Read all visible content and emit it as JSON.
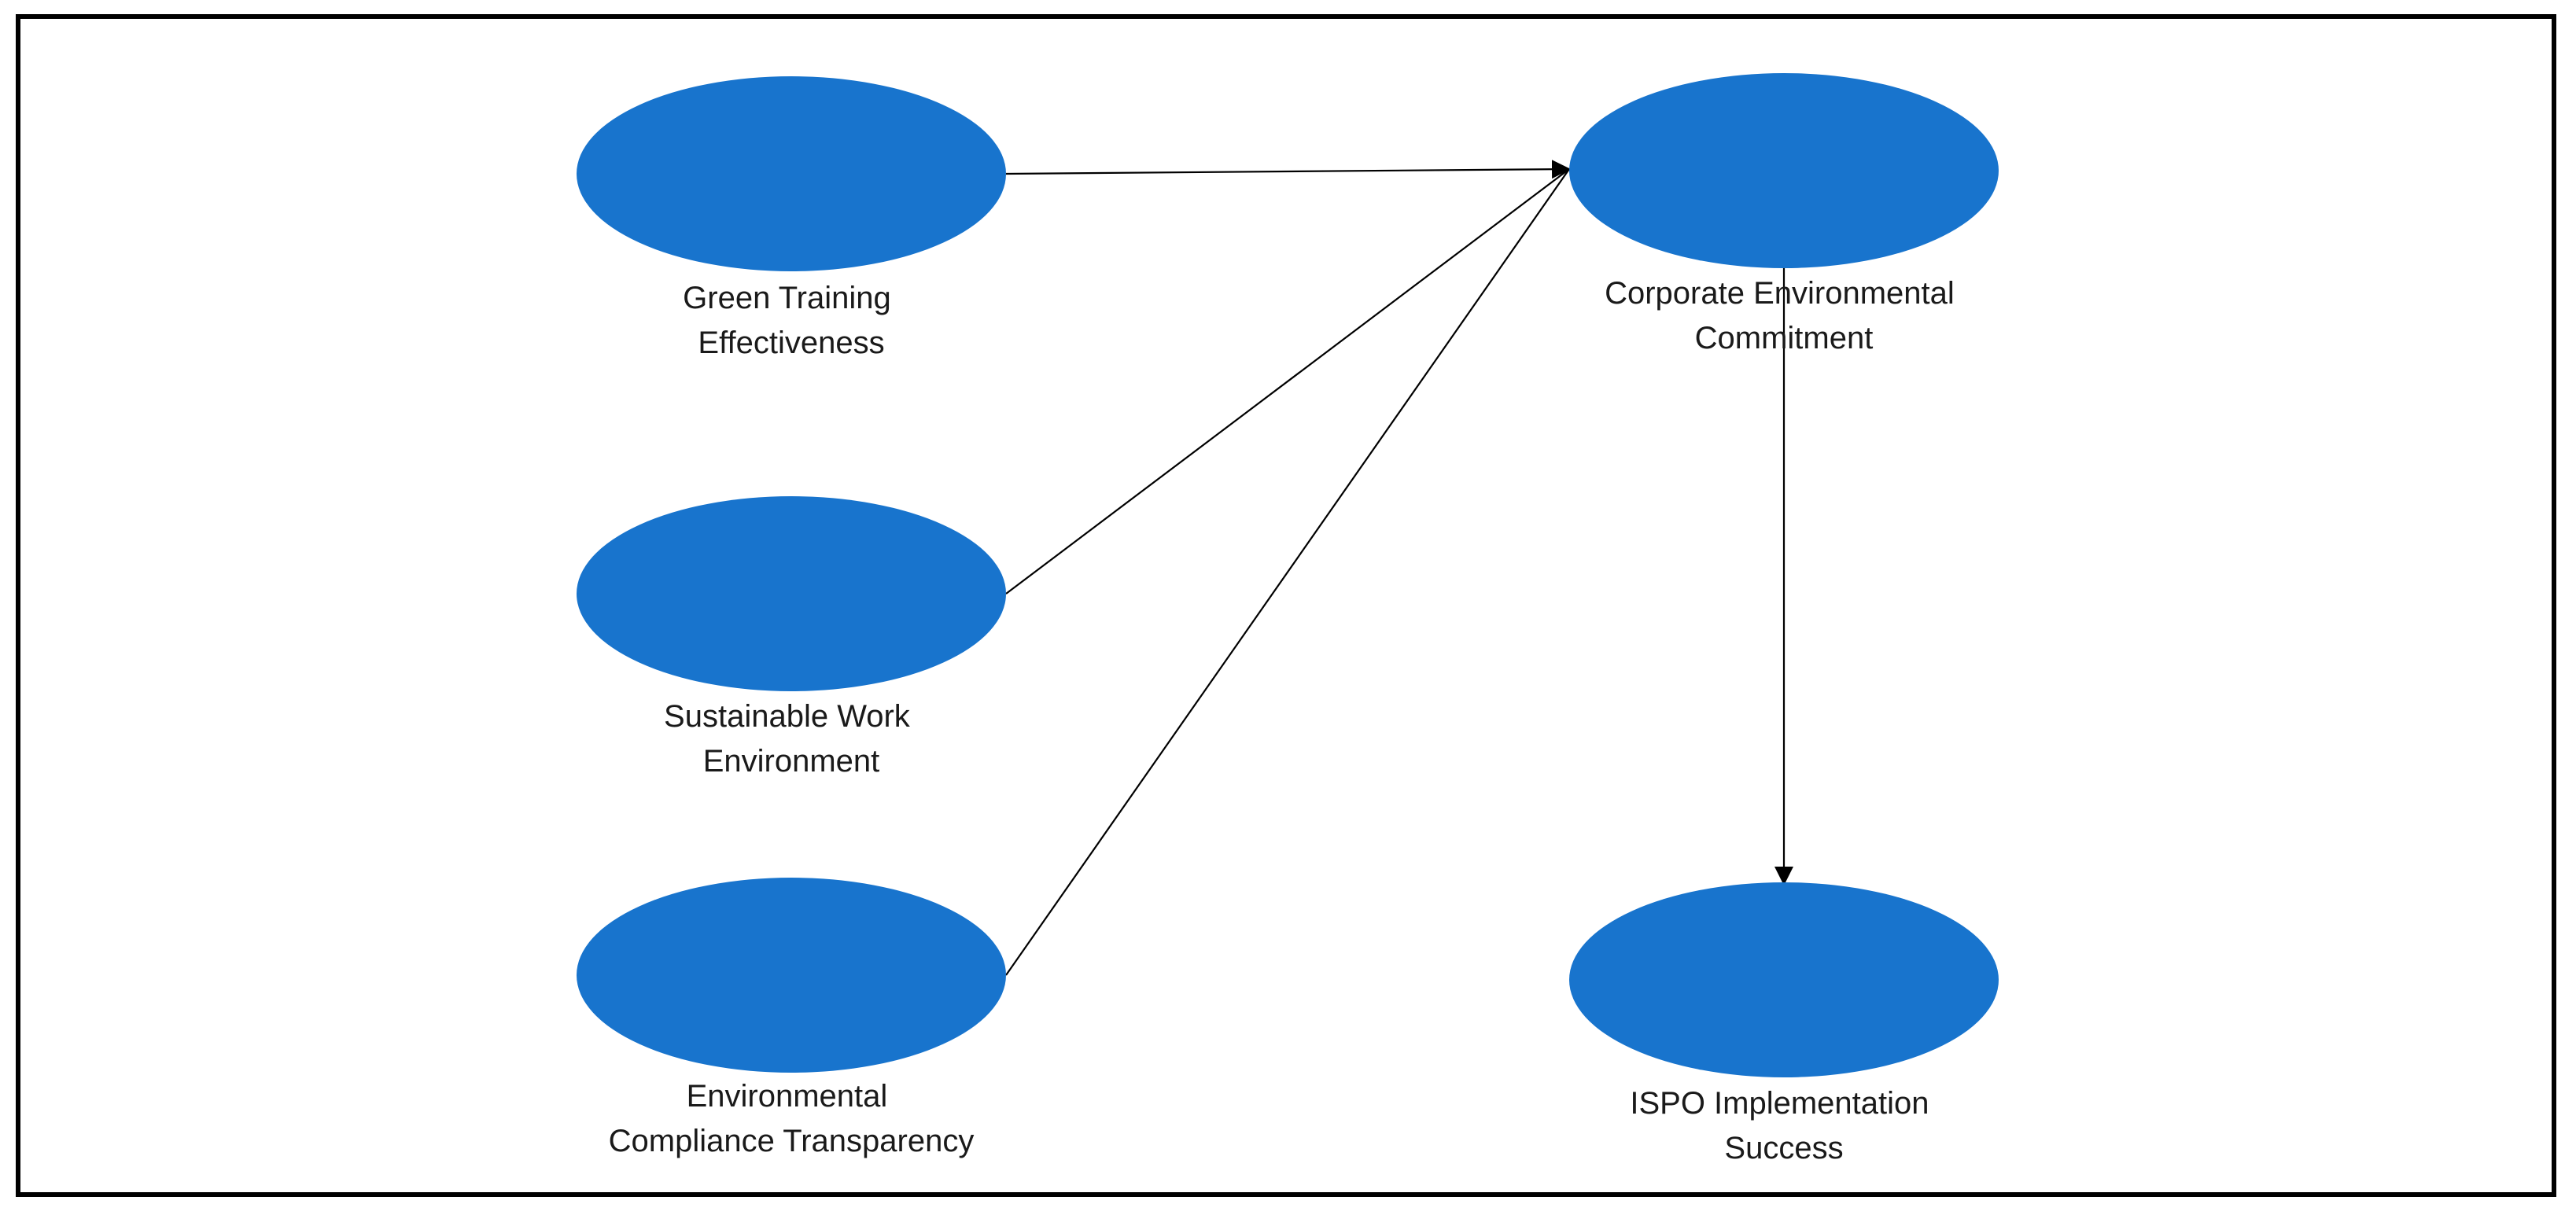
{
  "diagram": {
    "node_color": "#1874CD",
    "edge_color": "#000000",
    "nodes": [
      {
        "id": "gte",
        "label_lines": [
          "Green Training",
          "Effectiveness"
        ]
      },
      {
        "id": "swe",
        "label_lines": [
          "Sustainable Work",
          "Environment"
        ]
      },
      {
        "id": "ect",
        "label_lines": [
          "Environmental",
          "Compliance Transparency"
        ]
      },
      {
        "id": "cec",
        "label_lines": [
          "Corporate Environmental",
          "Commitment"
        ]
      },
      {
        "id": "ispo",
        "label_lines": [
          "ISPO Implementation",
          "Success"
        ]
      }
    ],
    "edges": [
      {
        "from": "gte",
        "to": "cec"
      },
      {
        "from": "swe",
        "to": "cec"
      },
      {
        "from": "ect",
        "to": "cec"
      },
      {
        "from": "cec",
        "to": "ispo"
      }
    ]
  }
}
